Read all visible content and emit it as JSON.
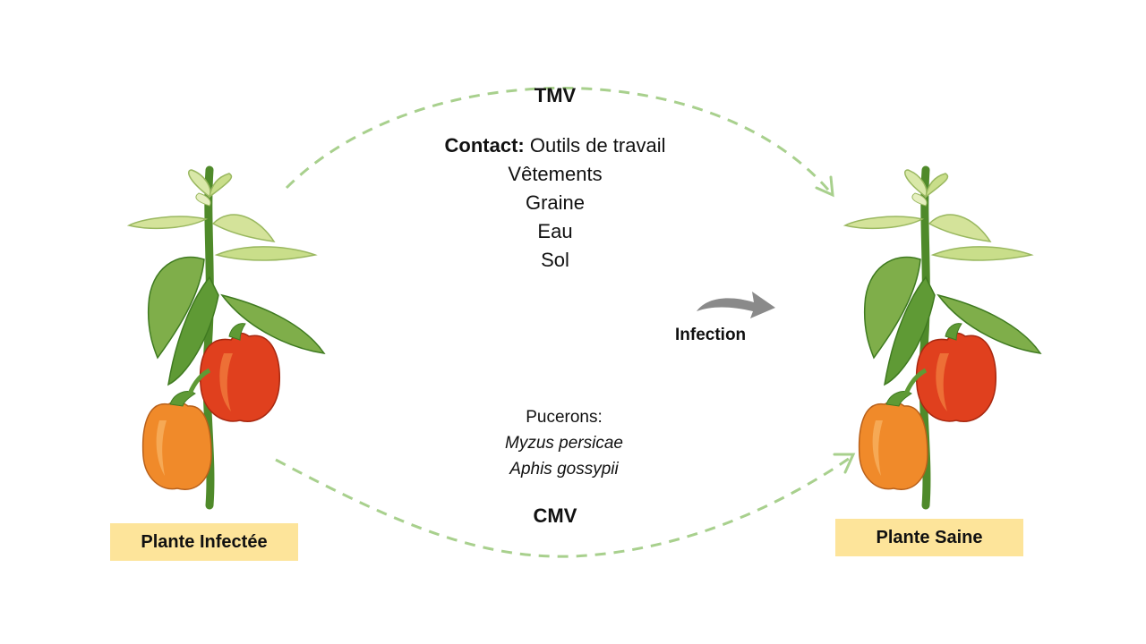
{
  "tmv": {
    "title": "TMV",
    "contact_label": "Contact:",
    "contact_first": "Outils de travail",
    "routes": [
      "Vêtements",
      "Graine",
      "Eau",
      "Sol"
    ]
  },
  "cmv": {
    "title": "CMV",
    "vector_label": "Pucerons:",
    "species": [
      "Myzus persicae",
      "Aphis gossypii"
    ]
  },
  "infection_label": "Infection",
  "infected_plant_label": "Plante Infectée",
  "healthy_plant_label": "Plante Saine",
  "colors": {
    "arc": "#a8d08d",
    "label_bg": "#fde49a",
    "arrow": "#8a8a8a",
    "leaf_dark": "#5f9a35",
    "leaf_light": "#c9de8a",
    "pepper_red": "#e0401e",
    "pepper_orange": "#f08a2a"
  },
  "icons": [
    "pepper-plant-icon",
    "curved-arrow-icon"
  ]
}
